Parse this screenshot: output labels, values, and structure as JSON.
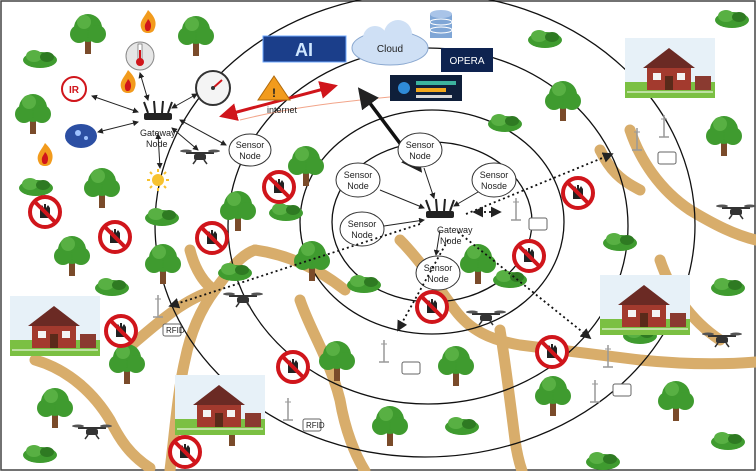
{
  "labels": {
    "ai": "AI",
    "cloud": "Cloud",
    "opera": "OPERA",
    "internet": "internet",
    "ir": "IR",
    "gateway_outer_1": "Gateway",
    "gateway_outer_2": "Node",
    "gateway_inner_1": "Gateway",
    "gateway_inner_2": "Node",
    "sensor_outer_1": "Sensor",
    "sensor_outer_2": "Node",
    "sensor_a_1": "Sensor",
    "sensor_a_2": "Node",
    "sensor_b_1": "Sensor",
    "sensor_b_2": "Node",
    "sensor_c_1": "Sensor",
    "sensor_c_2": "Nosde",
    "sensor_d_1": "Sensor",
    "sensor_d_2": "Node",
    "sensor_e_1": "Sensor",
    "sensor_e_2": "Node",
    "rfid": "RFID"
  },
  "colors": {
    "tree_canopy": "#3f9b2f",
    "tree_dark": "#2e7a22",
    "tree_trunk": "#7a4b2a",
    "road": "#d8ad6b",
    "forbidden_red": "#d0151b",
    "house_wall": "#a33a2e",
    "ai_blue": "#1b3e8a",
    "cloud_blue": "#cfe0f5",
    "opera_navy": "#0e2350",
    "warning_orange": "#f29b1d"
  },
  "icons": {
    "ai_panel": "ai-brain-icon",
    "cloud": "cloud-icon",
    "database": "database-icon",
    "opera": "opera-server-icon",
    "dashboard": "dashboard-monitor-icon",
    "warning": "warning-triangle-icon",
    "gauge": "pressure-gauge-icon",
    "thermometer": "thermometer-icon",
    "fire": "fire-icon",
    "humidity": "humidity-sensor-icon",
    "sun": "sun-sensor-icon",
    "drone": "drone-icon",
    "router": "gateway-router-icon",
    "forbidden": "no-entry-hand-icon",
    "house": "farmhouse-icon",
    "rfid": "rfid-tag-icon",
    "antenna": "antenna-pole-icon"
  }
}
